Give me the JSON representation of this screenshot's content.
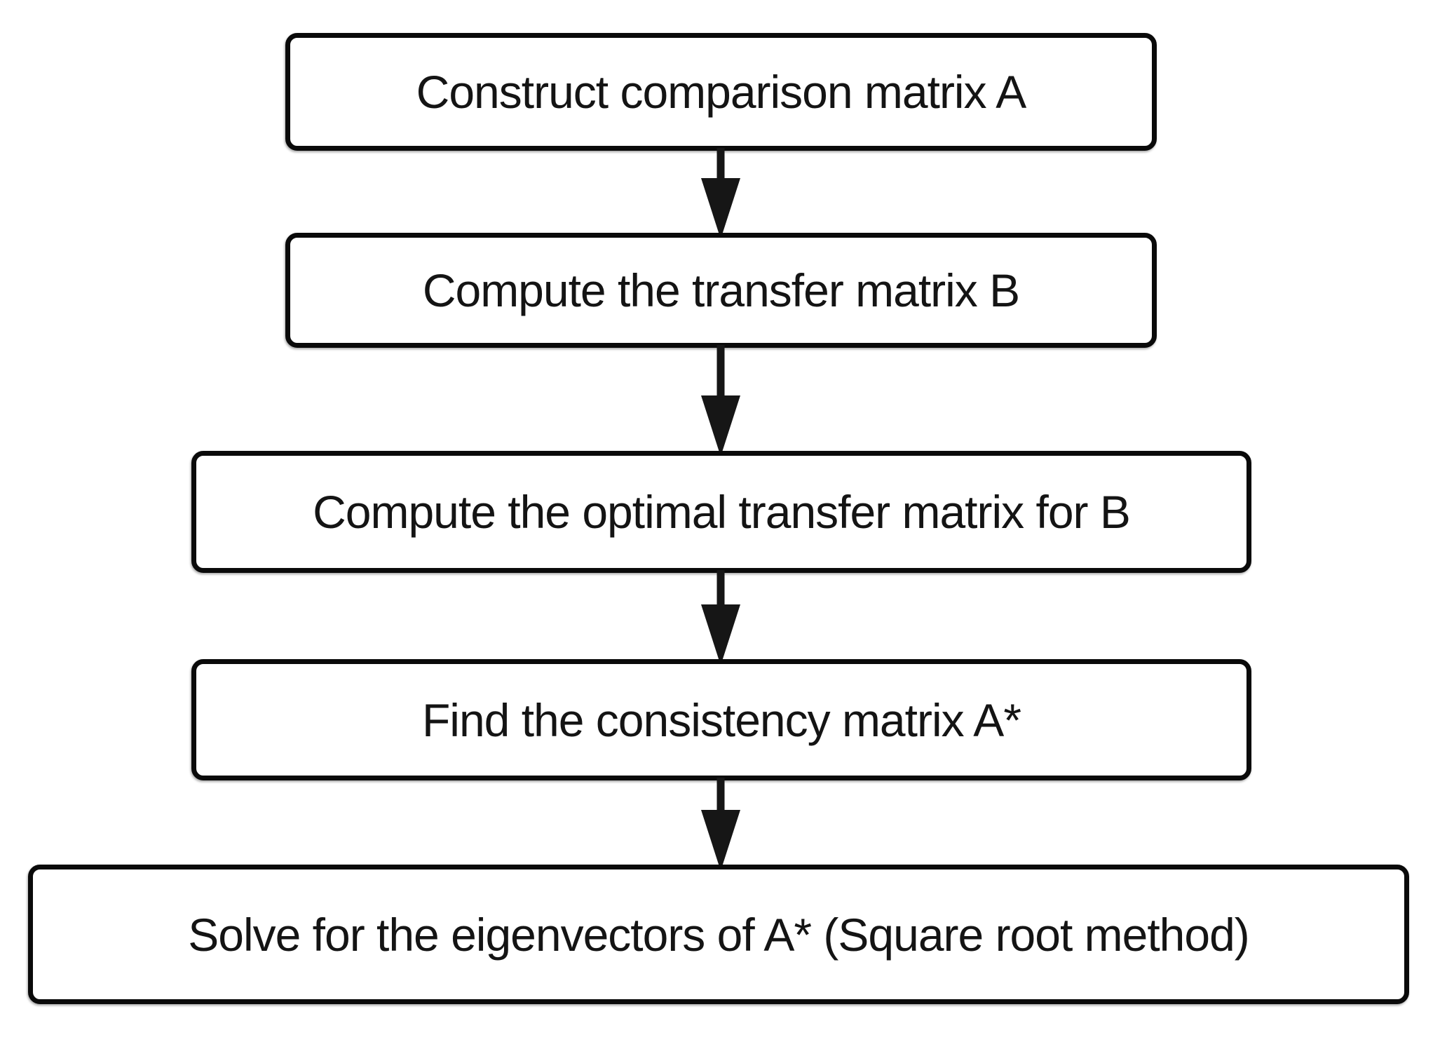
{
  "flowchart": {
    "steps": [
      {
        "label": "Construct comparison matrix A"
      },
      {
        "label": "Compute the transfer matrix B"
      },
      {
        "label": "Compute the optimal transfer matrix for B"
      },
      {
        "label": "Find the consistency matrix A*"
      },
      {
        "label": "Solve for the eigenvectors of A* (Square root method)"
      }
    ],
    "colors": {
      "box_border": "#0a0a0a",
      "box_fill": "#ffffff",
      "text": "#141414",
      "arrow": "#161616",
      "background": "#ffffff"
    }
  }
}
